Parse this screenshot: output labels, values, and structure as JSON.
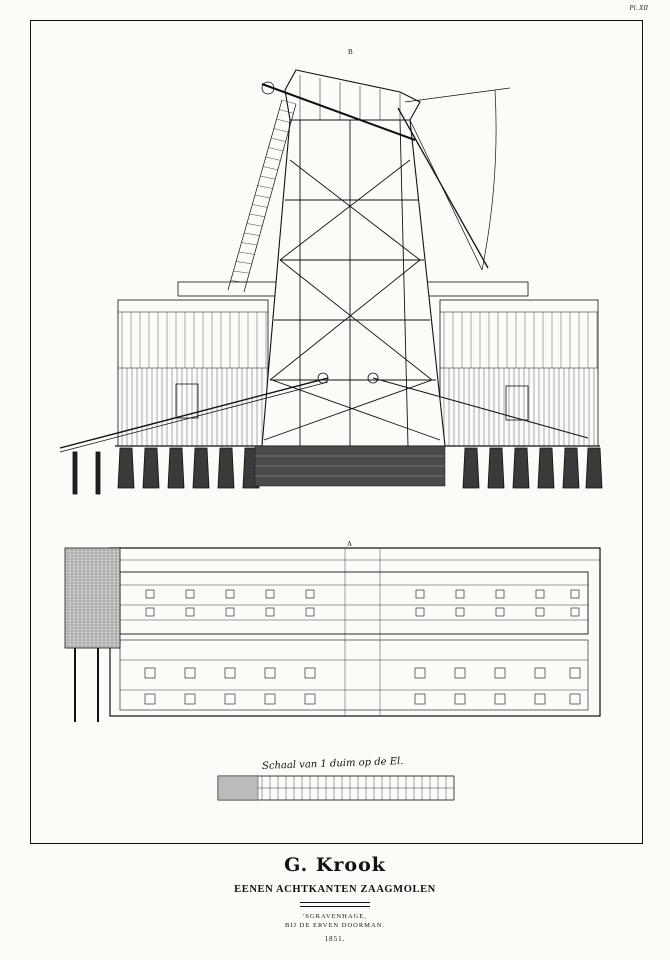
{
  "plate": {
    "number": "Pl. XII"
  },
  "views": {
    "elevation_label": "B",
    "plan_label": "A",
    "scale_text": "Schaal van 1 duim op de El."
  },
  "title": {
    "author": "G. Krook",
    "subtitle": "EENEN ACHTKANTEN ZAAGMOLEN",
    "place": "'SGRAVENHAGE,",
    "publisher": "BIJ DE ERVEN DOORMAN.",
    "year": "1851."
  }
}
